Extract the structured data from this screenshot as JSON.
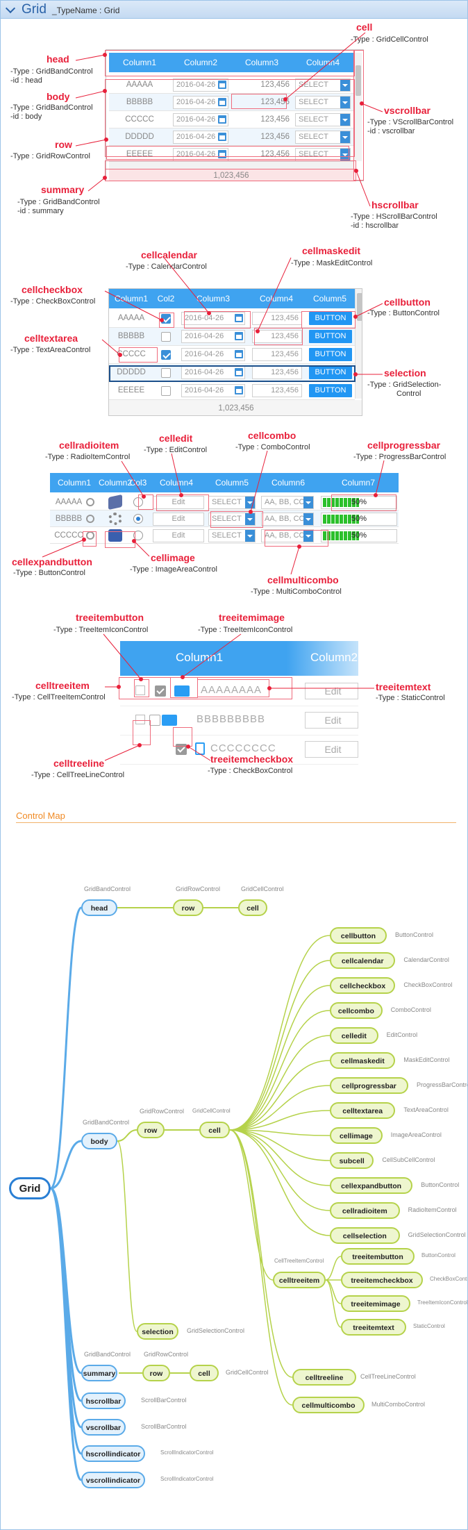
{
  "header": {
    "title": "Grid",
    "subtitle": "_TypeName : Grid"
  },
  "grid1": {
    "columns": [
      "Column1",
      "Column2",
      "Column3",
      "Column4"
    ],
    "rows": [
      {
        "c1": "AAAAA",
        "date": "2016-04-26",
        "num": "123,456",
        "sel": "SELECT"
      },
      {
        "c1": "BBBBB",
        "date": "2016-04-26",
        "num": "123,456",
        "sel": "SELECT"
      },
      {
        "c1": "CCCCC",
        "date": "2016-04-26",
        "num": "123,456",
        "sel": "SELECT"
      },
      {
        "c1": "DDDDD",
        "date": "2016-04-26",
        "num": "123,456",
        "sel": "SELECT"
      },
      {
        "c1": "EEEEE",
        "date": "2016-04-26",
        "num": "123,456",
        "sel": "SELECT"
      }
    ],
    "summary": "1,023,456"
  },
  "grid1_labels": {
    "head": {
      "name": "head",
      "t1": "-Type : GridBandControl",
      "t2": "-id : head"
    },
    "body": {
      "name": "body",
      "t1": "-Type : GridBandControl",
      "t2": "-id : body"
    },
    "row": {
      "name": "row",
      "t1": "-Type : GridRowControl"
    },
    "summary": {
      "name": "summary",
      "t1": "-Type : GridBandControl",
      "t2": "-id : summary"
    },
    "cell": {
      "name": "cell",
      "t1": "-Type : GridCellControl"
    },
    "vscrollbar": {
      "name": "vscrollbar",
      "t1": "-Type : VScrollBarControl",
      "t2": "-id : vscrollbar"
    },
    "hscrollbar": {
      "name": "hscrollbar",
      "t1": "-Type : HScrollBarControl",
      "t2": "-id : hscrollbar"
    }
  },
  "grid2": {
    "columns": [
      "Column1",
      "Col2",
      "Column3",
      "Column4",
      "Column5"
    ],
    "rows": [
      {
        "c1": "AAAAA",
        "checked": true,
        "date": "2016-04-26",
        "num": "123,456",
        "btn": "BUTTON"
      },
      {
        "c1": "BBBBB",
        "checked": false,
        "date": "2016-04-26",
        "num": "123,456",
        "btn": "BUTTON"
      },
      {
        "c1": "CCCCC",
        "checked": true,
        "date": "2016-04-26",
        "num": "123,456",
        "btn": "BUTTON"
      },
      {
        "c1": "DDDDD",
        "checked": false,
        "date": "2016-04-26",
        "num": "123,456",
        "btn": "BUTTON"
      },
      {
        "c1": "EEEEE",
        "checked": false,
        "date": "2016-04-26",
        "num": "123,456",
        "btn": "BUTTON"
      }
    ],
    "summary": "1,023,456"
  },
  "grid2_labels": {
    "cellcalendar": {
      "name": "cellcalendar",
      "t1": "-Type : CalendarControl"
    },
    "cellmaskedit": {
      "name": "cellmaskedit",
      "t1": "-Type : MaskEditControl"
    },
    "cellcheckbox": {
      "name": "cellcheckbox",
      "t1": "-Type : CheckBoxControl"
    },
    "cellbutton": {
      "name": "cellbutton",
      "t1": "-Type : ButtonControl"
    },
    "celltextarea": {
      "name": "celltextarea",
      "t1": "-Type : TextAreaControl"
    },
    "selection": {
      "name": "selection",
      "t1": "-Type : GridSelection-",
      "t2": "Control"
    }
  },
  "grid3": {
    "columns": [
      "Column1",
      "Column2",
      "Col3",
      "Column4",
      "Column5",
      "Column6",
      "Column7"
    ],
    "rows": [
      {
        "c1": "AAAAA",
        "radio": false,
        "edit": "Edit",
        "sel": "SELECT",
        "multi": "AA, BB, CC",
        "progress": "50%"
      },
      {
        "c1": "BBBBB",
        "radio": true,
        "edit": "Edit",
        "sel": "SELECT",
        "multi": "AA, BB, CC",
        "progress": "50%"
      },
      {
        "c1": "CCCCC",
        "radio": false,
        "edit": "Edit",
        "sel": "SELECT",
        "multi": "AA, BB, CC",
        "progress": "50%"
      }
    ],
    "progress_value": 0.5
  },
  "grid3_labels": {
    "cellradioitem": {
      "name": "cellradioitem",
      "t1": "-Type : RadioItemControl"
    },
    "celledit": {
      "name": "celledit",
      "t1": "-Type : EditControl"
    },
    "cellcombo": {
      "name": "cellcombo",
      "t1": "-Type : ComboControl"
    },
    "cellprogressbar": {
      "name": "cellprogressbar",
      "t1": "-Type : ProgressBarControl"
    },
    "cellexpandbutton": {
      "name": "cellexpandbutton",
      "t1": "-Type : ButtonControl"
    },
    "cellimage": {
      "name": "cellimage",
      "t1": "-Type : ImageAreaControl"
    },
    "cellmulticombo": {
      "name": "cellmulticombo",
      "t1": "-Type : MultiComboControl"
    }
  },
  "grid4": {
    "columns": [
      "Column1",
      "Column2"
    ],
    "rows": [
      {
        "text": "AAAAAAAA",
        "edit": "Edit"
      },
      {
        "text": "BBBBBBBBB",
        "edit": "Edit"
      },
      {
        "text": "CCCCCCCC",
        "edit": "Edit"
      }
    ]
  },
  "grid4_labels": {
    "treeitembutton": {
      "name": "treeitembutton",
      "t1": "-Type : TreeItemIconControl"
    },
    "treeitemimage": {
      "name": "treeitemimage",
      "t1": "-Type : TreeItemIconControl"
    },
    "celltreeitem": {
      "name": "celltreeitem",
      "t1": "-Type : CellTreeItemControl"
    },
    "treeitemtext": {
      "name": "treeitemtext",
      "t1": "-Type : StaticControl"
    },
    "celltreeline": {
      "name": "celltreeline",
      "t1": "-Type : CellTreeLineControl"
    },
    "treeitemcheckbox": {
      "name": "treeitemcheckbox",
      "t1": "-Type : CheckBoxControl"
    }
  },
  "control_map": {
    "title": "Control Map",
    "root": "Grid",
    "band_type": "GridBandControl",
    "row_type": "GridRowControl",
    "cell_type": "GridCellControl",
    "head": "head",
    "body": "body",
    "summary": "summary",
    "hscrollbar": {
      "name": "hscrollbar",
      "type": "ScrollBarControl"
    },
    "vscrollbar": {
      "name": "vscrollbar",
      "type": "ScrollBarControl"
    },
    "hscrollindicator": {
      "name": "hscrollindicator",
      "type": "ScrollIndicatorControl"
    },
    "vscrollindicator": {
      "name": "vscrollindicator",
      "type": "ScrollIndicatorControl"
    },
    "row": "row",
    "cell": "cell",
    "selection": {
      "name": "selection",
      "type": "GridSelectionControl"
    },
    "cell_children": [
      {
        "name": "cellbutton",
        "type": "ButtonControl"
      },
      {
        "name": "cellcalendar",
        "type": "CalendarControl"
      },
      {
        "name": "cellcheckbox",
        "type": "CheckBoxControl"
      },
      {
        "name": "cellcombo",
        "type": "ComboControl"
      },
      {
        "name": "celledit",
        "type": "EditControl"
      },
      {
        "name": "cellmaskedit",
        "type": "MaskEditControl"
      },
      {
        "name": "cellprogressbar",
        "type": "ProgressBarControl"
      },
      {
        "name": "celltextarea",
        "type": "TextAreaControl"
      },
      {
        "name": "cellimage",
        "type": "ImageAreaControl"
      },
      {
        "name": "subcell",
        "type": "CellSubCellControl"
      },
      {
        "name": "cellexpandbutton",
        "type": "ButtonControl"
      },
      {
        "name": "cellradioitem",
        "type": "RadioItemControl"
      },
      {
        "name": "cellselection",
        "type": "GridSelectionControl"
      }
    ],
    "celltreeitem": {
      "name": "celltreeitem",
      "type": "CellTreeItemControl"
    },
    "tree_children": [
      {
        "name": "treeitembutton",
        "type": "ButtonControl"
      },
      {
        "name": "treeitemcheckbox",
        "type": "CheckBoxControl"
      },
      {
        "name": "treeitemimage",
        "type": "TreeItemIconControl"
      },
      {
        "name": "treeitemtext",
        "type": "StaticControl"
      }
    ],
    "celltreeline": {
      "name": "celltreeline",
      "type": "CellTreeLineControl"
    },
    "cellmulticombo": {
      "name": "cellmulticombo",
      "type": "MultiComboControl"
    }
  },
  "colors": {
    "accent": "#3fa3f0",
    "button": "#2196f3",
    "label": "#e8203a",
    "highlight": "#ef6b7c",
    "map_blue": "#5aaae8",
    "map_green": "#b5d24a",
    "divider": "#f08a24"
  }
}
